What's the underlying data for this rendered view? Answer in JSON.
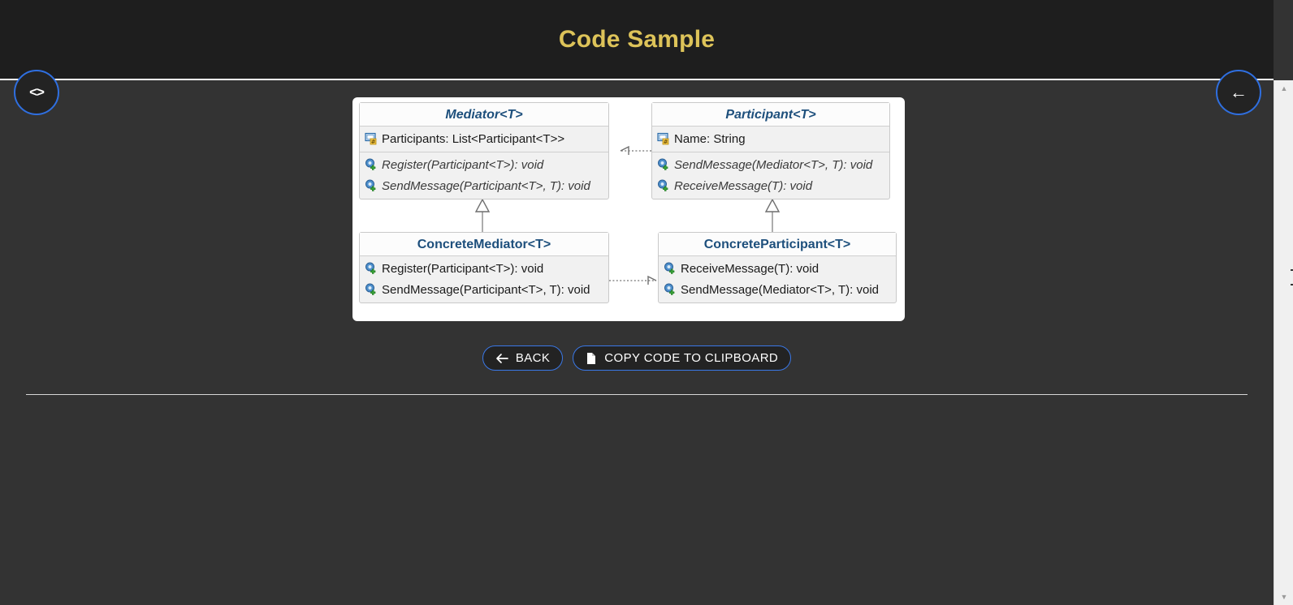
{
  "header": {
    "title": "Code Sample",
    "title_color": "#ddc359",
    "background": "#1e1e1e"
  },
  "floating_buttons": [
    {
      "name": "code-toggle",
      "glyph": "<>",
      "position": "top-left"
    },
    {
      "name": "back-nav",
      "glyph": "←",
      "position": "top-right"
    }
  ],
  "diagram": {
    "type": "uml-class-diagram",
    "pattern": "Mediator",
    "classes": [
      {
        "id": "mediator",
        "name": "Mediator<T>",
        "abstract": true,
        "fields": [
          {
            "icon": "field-icon",
            "text": "Participants: List<Participant<T>>",
            "italic": false
          }
        ],
        "methods": [
          {
            "icon": "method-icon",
            "text": "Register(Participant<T>): void",
            "italic": true
          },
          {
            "icon": "method-icon",
            "text": "SendMessage(Participant<T>, T): void",
            "italic": true
          }
        ]
      },
      {
        "id": "participant",
        "name": "Participant<T>",
        "abstract": true,
        "fields": [
          {
            "icon": "field-icon",
            "text": "Name: String",
            "italic": false
          }
        ],
        "methods": [
          {
            "icon": "method-icon",
            "text": "SendMessage(Mediator<T>, T): void",
            "italic": true
          },
          {
            "icon": "method-icon",
            "text": "ReceiveMessage(T): void",
            "italic": true
          }
        ]
      },
      {
        "id": "concretemediator",
        "name": "ConcreteMediator<T>",
        "abstract": false,
        "fields": [],
        "methods": [
          {
            "icon": "method-icon",
            "text": "Register(Participant<T>): void",
            "italic": false
          },
          {
            "icon": "method-icon",
            "text": "SendMessage(Participant<T>, T): void",
            "italic": false
          }
        ]
      },
      {
        "id": "concreteparticipant",
        "name": "ConcreteParticipant<T>",
        "abstract": false,
        "fields": [],
        "methods": [
          {
            "icon": "method-icon",
            "text": "ReceiveMessage(T): void",
            "italic": false
          },
          {
            "icon": "method-icon",
            "text": "SendMessage(Mediator<T>, T): void",
            "italic": false
          }
        ]
      }
    ],
    "relations": [
      {
        "from": "participant",
        "to": "mediator",
        "kind": "dependency"
      },
      {
        "from": "concretemediator",
        "to": "mediator",
        "kind": "inheritance"
      },
      {
        "from": "concreteparticipant",
        "to": "participant",
        "kind": "inheritance"
      },
      {
        "from": "concretemediator",
        "to": "concreteparticipant",
        "kind": "dependency"
      }
    ],
    "title_color": "#1d4f7c",
    "box_background": "#f1f1f1"
  },
  "actions": {
    "back_label": "BACK",
    "back_icon": "arrow-left-icon",
    "copy_label": "COPY CODE TO CLIPBOARD",
    "copy_icon": "document-copy-icon",
    "border_color": "#3a78e7"
  },
  "scrollbar": {
    "up_glyph": "▲",
    "down_glyph": "▼"
  }
}
